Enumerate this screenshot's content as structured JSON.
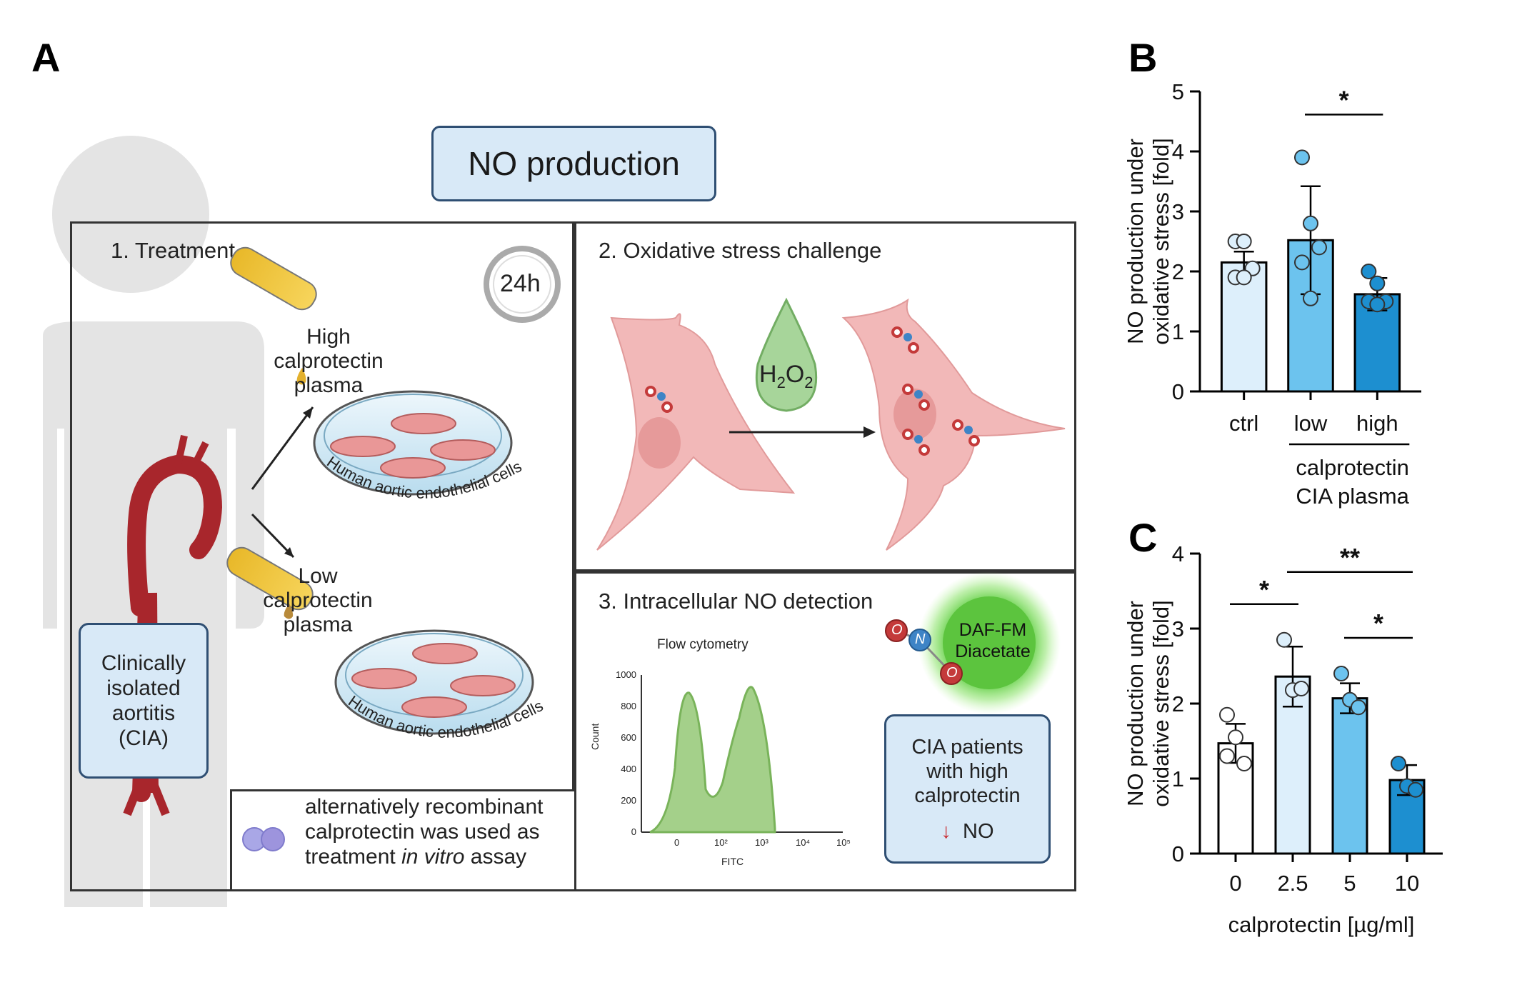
{
  "panels": {
    "a": "A",
    "b": "B",
    "c": "C"
  },
  "schematic": {
    "title": "NO production",
    "step1": "1.  Treatment",
    "step2": "2.  Oxidative stress challenge",
    "step3": "3. Intracellular NO detection",
    "timer": "24h",
    "high_plasma": [
      "High",
      "calprotectin",
      "plasma"
    ],
    "low_plasma": [
      "Low",
      "calprotectin",
      "plasma"
    ],
    "dish_label": "Human aortic endothelial cells",
    "cia_box": [
      "Clinically",
      "isolated",
      "aortitis",
      "(CIA)"
    ],
    "recombinant_note": [
      "alternatively recombinant",
      "calprotectin was used as",
      "treatment ",
      "in vitro",
      " assay"
    ],
    "h2o2": {
      "h": "H",
      "sub1": "2",
      "o": "O",
      "sub2": "2"
    },
    "flow": {
      "title": "Flow cytometry",
      "ylabel": "Count",
      "xlabel": "FITC",
      "yticks": [
        "0",
        "200",
        "400",
        "600",
        "800",
        "1000"
      ],
      "xticks": [
        "0",
        "10²",
        "10³",
        "10⁴",
        "10⁵"
      ]
    },
    "daf": [
      "DAF-FM",
      "Diacetate"
    ],
    "mol_labels": {
      "o1": "O",
      "n": "N",
      "o2": "O"
    },
    "cia_patients": [
      "CIA patients",
      "with high",
      "calprotectin"
    ],
    "no_result": {
      "arrow": "↓",
      "text": "NO"
    }
  },
  "chart_data": [
    {
      "panel": "B",
      "type": "bar",
      "categories": [
        "ctrl",
        "low",
        "high"
      ],
      "group_label": [
        "calprotectin",
        "CIA plasma"
      ],
      "ylabel": [
        "NO production under",
        "oxidative stress [fold]"
      ],
      "ylim": [
        0,
        5
      ],
      "yticks": [
        "0",
        "1",
        "2",
        "3",
        "4",
        "5"
      ],
      "values": [
        2.15,
        2.52,
        1.62
      ],
      "sd": [
        0.18,
        0.9,
        0.27
      ],
      "points": [
        [
          2.5,
          2.5,
          2.05,
          1.9,
          1.9
        ],
        [
          3.9,
          2.8,
          2.4,
          2.15,
          1.55
        ],
        [
          2.0,
          1.8,
          1.5,
          1.5,
          1.45
        ]
      ],
      "colors": [
        "#ddeffb",
        "#6cc3ee",
        "#1d8fd0"
      ],
      "significance": [
        {
          "from": 1,
          "to": 2,
          "label": "*"
        }
      ]
    },
    {
      "panel": "C",
      "type": "bar",
      "categories": [
        "0",
        "2.5",
        "5",
        "10"
      ],
      "xlabel": "calprotectin [µg/ml]",
      "ylabel": [
        "NO production under",
        "oxidative stress [fold]"
      ],
      "ylim": [
        0,
        4
      ],
      "yticks": [
        "0",
        "1",
        "2",
        "3",
        "4"
      ],
      "values": [
        1.47,
        2.36,
        2.07,
        0.98
      ],
      "sd": [
        0.26,
        0.4,
        0.2,
        0.2
      ],
      "points": [
        [
          1.85,
          1.55,
          1.2,
          1.3
        ],
        [
          2.85,
          2.18,
          2.2
        ],
        [
          2.4,
          2.05,
          1.95
        ],
        [
          1.2,
          0.9,
          0.85
        ]
      ],
      "colors": [
        "#ffffff",
        "#ddeffb",
        "#6cc3ee",
        "#1d8fd0"
      ],
      "significance": [
        {
          "from": 0,
          "to": 1,
          "label": "*"
        },
        {
          "from": 1,
          "to": 3,
          "label": "**"
        },
        {
          "from": 2,
          "to": 3,
          "label": "*"
        }
      ]
    }
  ]
}
